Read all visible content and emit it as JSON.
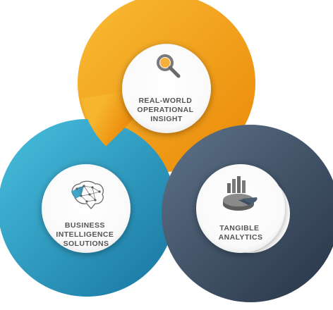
{
  "diagram": {
    "colors": {
      "orange": "#f3a21a",
      "teal": "#2a9cc0",
      "navy": "#3b4b60",
      "center": "#ffffff",
      "label": "#555555"
    },
    "nodes": [
      {
        "id": "real-world",
        "label_lines": [
          "REAL-WORLD",
          "OPERATIONAL",
          "INSIGHT"
        ],
        "icon": "magnifier-icon"
      },
      {
        "id": "business-intelligence",
        "label_lines": [
          "BUSINESS",
          "INTELLIGENCE",
          "SOLUTIONS"
        ],
        "icon": "brain-network-icon"
      },
      {
        "id": "tangible-analytics",
        "label_lines": [
          "TANGIBLE",
          "ANALYTICS"
        ],
        "icon": "pie-bar-chart-icon"
      }
    ]
  }
}
